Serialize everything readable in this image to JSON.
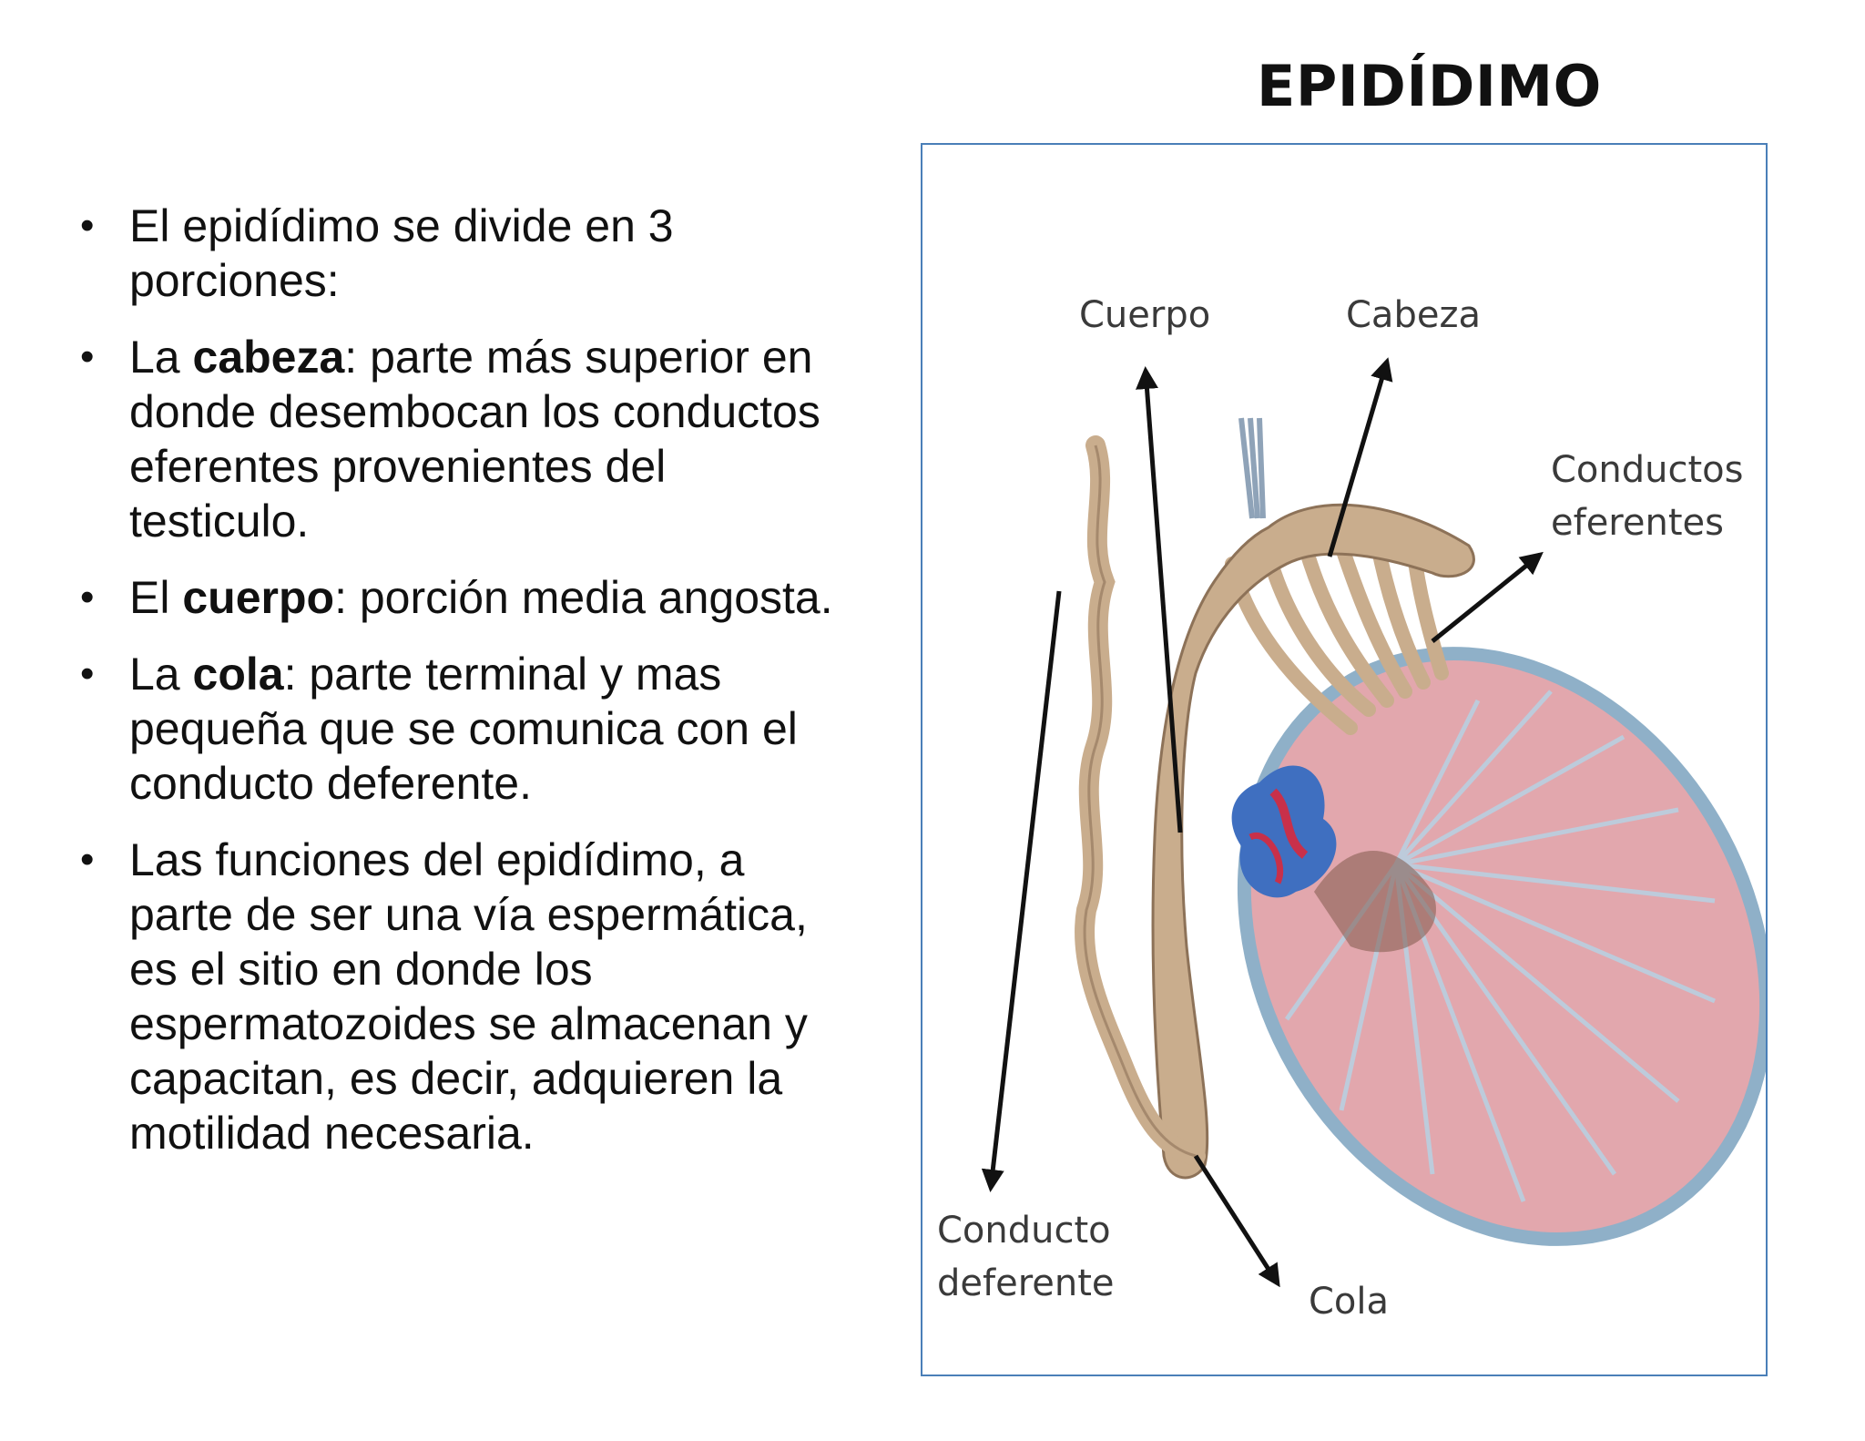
{
  "title": "EPIDÍDIMO",
  "bullets": [
    {
      "before": "El epidídimo se divide en 3 porciones:",
      "bold": "",
      "after": ""
    },
    {
      "before": "La ",
      "bold": "cabeza",
      "after": ": parte más superior en donde desembocan los conductos eferentes provenientes del testiculo."
    },
    {
      "before": "El ",
      "bold": "cuerpo",
      "after": ": porción media angosta."
    },
    {
      "before": "La ",
      "bold": "cola",
      "after": ": parte terminal y mas pequeña que se comunica con el conducto deferente."
    },
    {
      "before": "Las funciones del epidídimo, a parte de ser una vía espermática, es el sitio en donde los espermatozoides se almacenan y capacitan, es decir, adquieren la motilidad necesaria.",
      "bold": "",
      "after": ""
    }
  ],
  "figure": {
    "labels": {
      "cuerpo": "Cuerpo",
      "cabeza": "Cabeza",
      "conductos_1": "Conductos",
      "conductos_2": "eferentes",
      "deferente_1": "Conducto",
      "deferente_2": "deferente",
      "cola": "Cola"
    },
    "colors": {
      "border": "#4a7fb8",
      "epididymis": "#c9ad8d",
      "testis": "#e2a7ad",
      "septa": "#b9cfe0",
      "vessels_blue": "#3f6fc0",
      "vessels_red": "#c8304a"
    }
  }
}
